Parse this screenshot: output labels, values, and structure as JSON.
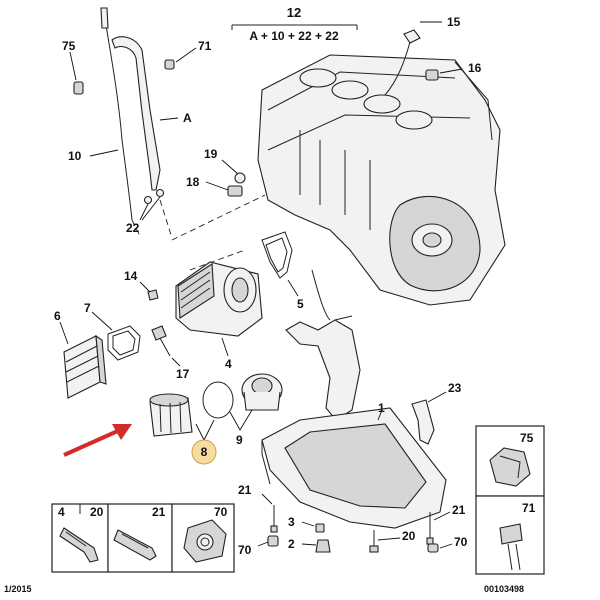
{
  "callouts": {
    "c12": "12",
    "c12_formula": "A + 10 + 22 + 22",
    "c15": "15",
    "c16": "16",
    "c75": "75",
    "c71": "71",
    "cA": "A",
    "c10": "10",
    "c19": "19",
    "c18": "18",
    "c22": "22",
    "c14": "14",
    "c5": "5",
    "c6": "6",
    "c7": "7",
    "c4": "4",
    "c17": "17",
    "c8": "8",
    "c9": "9",
    "c23": "23",
    "c1": "1",
    "c21a": "21",
    "c3": "3",
    "c2": "2",
    "c70a": "70",
    "c20a": "20",
    "c21b": "21",
    "c70b": "70"
  },
  "fastener_boxes": {
    "box4": "4",
    "box20": "20",
    "box21": "21",
    "box70": "70",
    "side75": "75",
    "side71": "71"
  },
  "footer": {
    "date": "1/2015",
    "ref": "00103498"
  },
  "colors": {
    "highlight_badge": "#f7dca0",
    "highlight_badge_stroke": "#caa14d",
    "arrow": "#d32a2a"
  }
}
